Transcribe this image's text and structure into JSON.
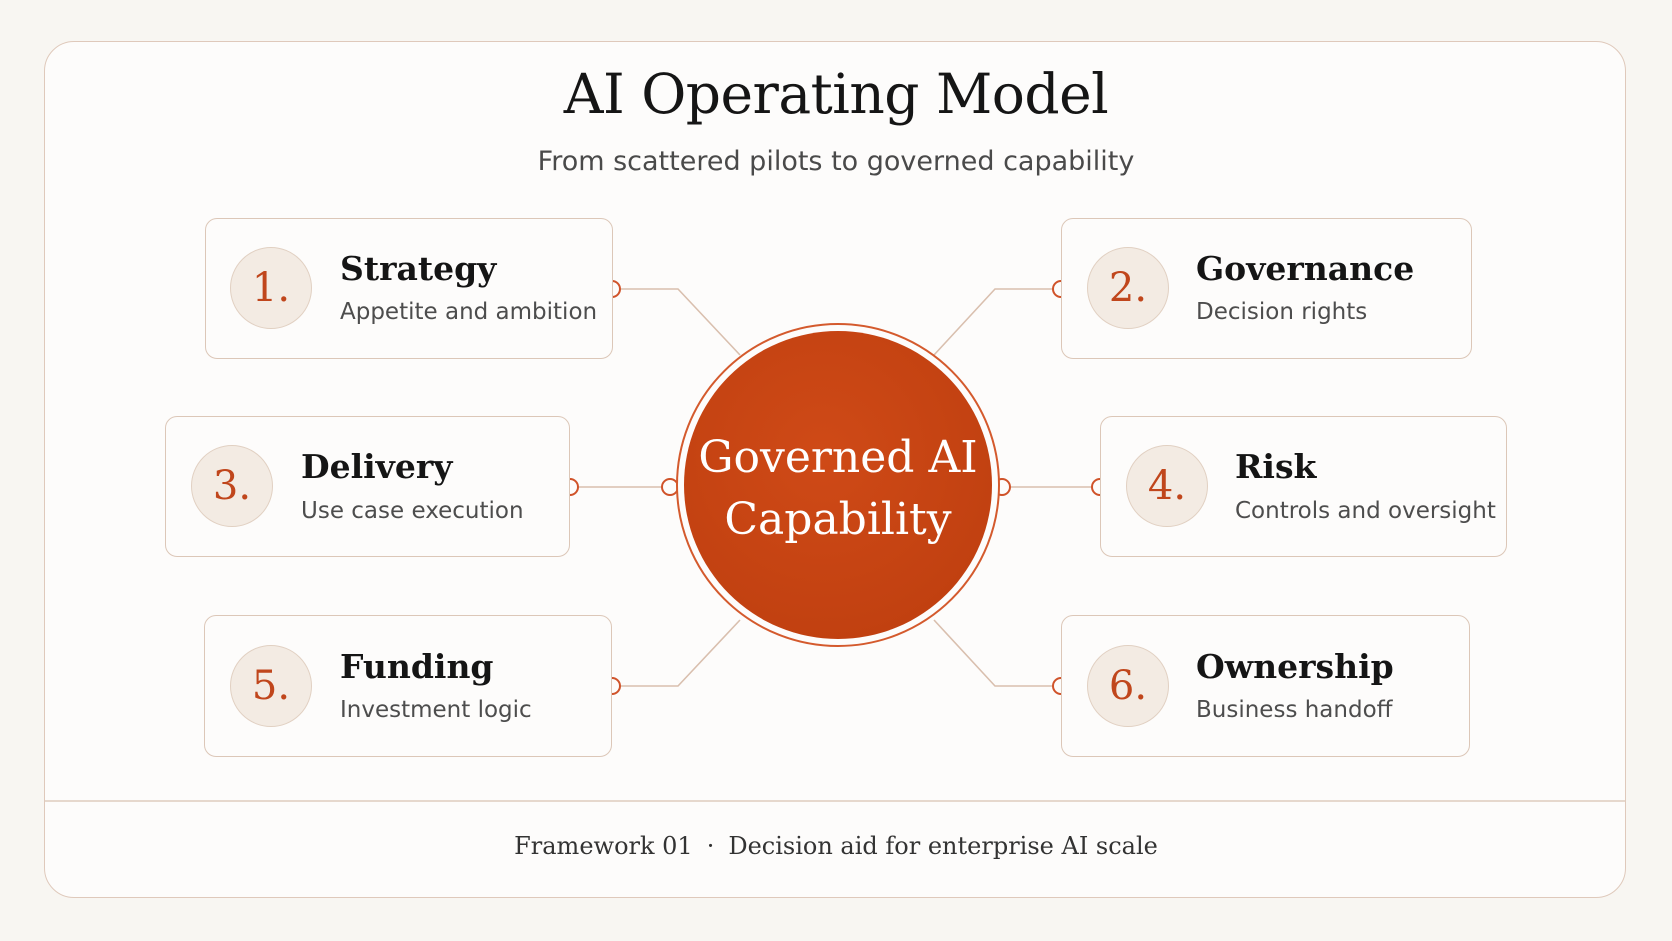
{
  "header": {
    "title": "AI Operating Model",
    "subtitle": "From scattered pilots to governed capability"
  },
  "hub": {
    "label": "Governed AI Capability"
  },
  "nodes": [
    {
      "number": "1.",
      "title": "Strategy",
      "subtitle": "Appetite and ambition"
    },
    {
      "number": "2.",
      "title": "Governance",
      "subtitle": "Decision rights"
    },
    {
      "number": "3.",
      "title": "Delivery",
      "subtitle": "Use case execution"
    },
    {
      "number": "4.",
      "title": "Risk",
      "subtitle": "Controls and oversight"
    },
    {
      "number": "5.",
      "title": "Funding",
      "subtitle": "Investment logic"
    },
    {
      "number": "6.",
      "title": "Ownership",
      "subtitle": "Business handoff"
    }
  ],
  "footer": {
    "label": "Framework 01",
    "separator": "·",
    "description": "Decision aid for enterprise AI scale"
  },
  "colors": {
    "accent": "#c0461c",
    "hub_fill": "#c3400f",
    "border": "#dcc7b8",
    "background": "#f8f6f2"
  }
}
